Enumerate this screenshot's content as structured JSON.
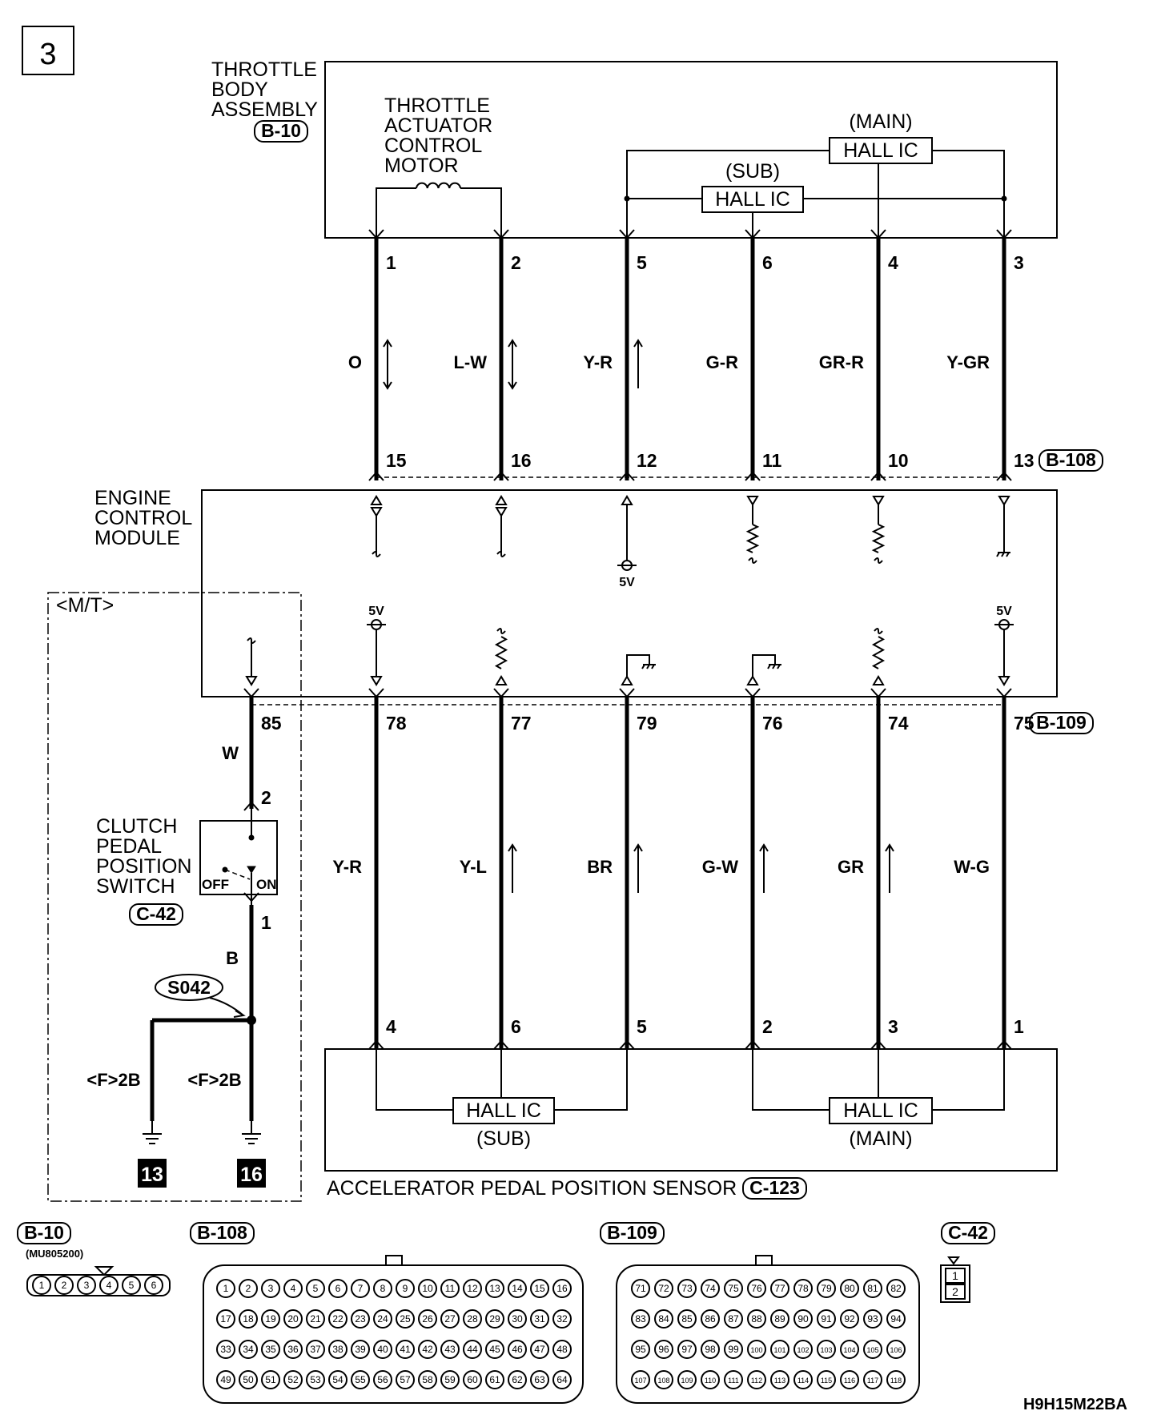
{
  "page_number": "3",
  "throttle_body": {
    "title_lines": [
      "THROTTLE",
      "BODY",
      "ASSEMBLY"
    ],
    "connector": "B-10",
    "motor_lines": [
      "THROTTLE",
      "ACTUATOR",
      "CONTROL",
      "MOTOR"
    ],
    "main_label": "(MAIN)",
    "sub_label": "(SUB)",
    "hall_ic": "HALL IC"
  },
  "upper_wires": [
    {
      "pin_top": "1",
      "color": "O",
      "pin_ecm": "15",
      "arrow": "both"
    },
    {
      "pin_top": "2",
      "color": "L-W",
      "pin_ecm": "16",
      "arrow": "both"
    },
    {
      "pin_top": "5",
      "color": "Y-R",
      "pin_ecm": "12",
      "arrow": "up"
    },
    {
      "pin_top": "6",
      "color": "G-R",
      "pin_ecm": "11",
      "arrow": "none"
    },
    {
      "pin_top": "4",
      "color": "GR-R",
      "pin_ecm": "10",
      "arrow": "none"
    },
    {
      "pin_top": "3",
      "color": "Y-GR",
      "pin_ecm": "13",
      "arrow": "none"
    }
  ],
  "ecm_upper_connector": "B-108",
  "ecm": {
    "title_lines": [
      "ENGINE",
      "CONTROL",
      "MODULE"
    ],
    "five_v": "5V"
  },
  "lower_wires": [
    {
      "pin_ecm": "78",
      "color": "Y-R",
      "pin_sensor": "4",
      "arrow": "none"
    },
    {
      "pin_ecm": "77",
      "color": "Y-L",
      "pin_sensor": "6",
      "arrow": "up"
    },
    {
      "pin_ecm": "79",
      "color": "BR",
      "pin_sensor": "5",
      "arrow": "up"
    },
    {
      "pin_ecm": "76",
      "color": "G-W",
      "pin_sensor": "2",
      "arrow": "up"
    },
    {
      "pin_ecm": "74",
      "color": "GR",
      "pin_sensor": "3",
      "arrow": "up"
    },
    {
      "pin_ecm": "75",
      "color": "W-G",
      "pin_sensor": "1",
      "arrow": "none"
    }
  ],
  "ecm_lower_connector": "B-109",
  "mt": {
    "label": "<M/T>",
    "pin_ecm": "85",
    "wire_top": "W",
    "switch_pin_top": "2",
    "switch_pin_bottom": "1",
    "switch_lines": [
      "CLUTCH",
      "PEDAL",
      "POSITION",
      "SWITCH"
    ],
    "switch_connector": "C-42",
    "off_label": "OFF",
    "on_label": "ON",
    "wire_bottom": "B",
    "splice": "S042",
    "ground_left": "<F>2B",
    "ground_right": "<F>2B",
    "ground_left_num": "13",
    "ground_right_num": "16"
  },
  "sensor": {
    "title": "ACCELERATOR PEDAL POSITION SENSOR",
    "connector": "C-123",
    "hall_ic": "HALL IC",
    "sub_label": "(SUB)",
    "main_label": "(MAIN)"
  },
  "connectors": {
    "b10_label": "B-10",
    "b10_part": "(MU805200)",
    "b10_pins": [
      "1",
      "2",
      "3",
      "4",
      "5",
      "6"
    ],
    "b108_label": "B-108",
    "b108_rows": [
      [
        "1",
        "2",
        "3",
        "4",
        "5",
        "6",
        "7",
        "8",
        "9",
        "10",
        "11",
        "12",
        "13",
        "14",
        "15",
        "16"
      ],
      [
        "17",
        "18",
        "19",
        "20",
        "21",
        "22",
        "23",
        "24",
        "25",
        "26",
        "27",
        "28",
        "29",
        "30",
        "31",
        "32"
      ],
      [
        "33",
        "34",
        "35",
        "36",
        "37",
        "38",
        "39",
        "40",
        "41",
        "42",
        "43",
        "44",
        "45",
        "46",
        "47",
        "48"
      ],
      [
        "49",
        "50",
        "51",
        "52",
        "53",
        "54",
        "55",
        "56",
        "57",
        "58",
        "59",
        "60",
        "61",
        "62",
        "63",
        "64"
      ]
    ],
    "b109_label": "B-109",
    "b109_rows": [
      [
        "71",
        "72",
        "73",
        "74",
        "75",
        "76",
        "77",
        "78",
        "79",
        "80",
        "81",
        "82"
      ],
      [
        "83",
        "84",
        "85",
        "86",
        "87",
        "88",
        "89",
        "90",
        "91",
        "92",
        "93",
        "94"
      ],
      [
        "95",
        "96",
        "97",
        "98",
        "99",
        "100",
        "101",
        "102",
        "103",
        "104",
        "105",
        "106"
      ],
      [
        "107",
        "108",
        "109",
        "110",
        "111",
        "112",
        "113",
        "114",
        "115",
        "116",
        "117",
        "118"
      ]
    ],
    "c42_label": "C-42",
    "c42_pins": [
      "1",
      "2"
    ]
  },
  "figure_code": "H9H15M22BA"
}
